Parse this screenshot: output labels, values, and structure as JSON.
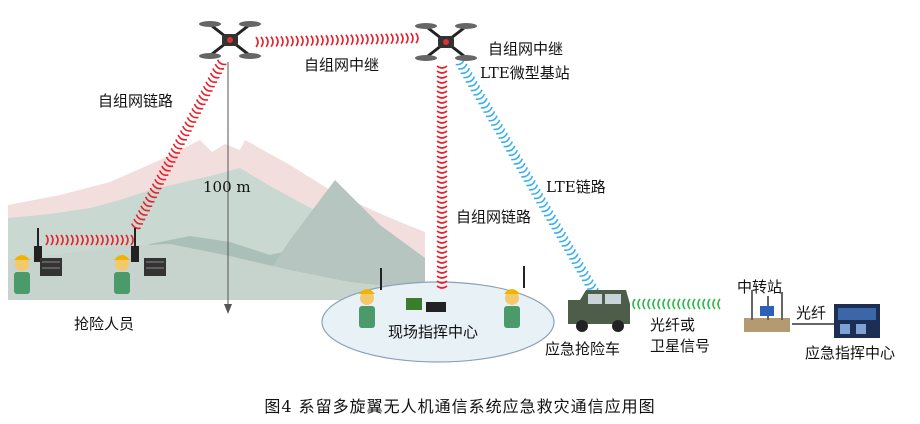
{
  "labels": {
    "uav_relay_left": "自组网中继",
    "uav_relay_right": "自组网中继",
    "lte_base": "LTE微型基站",
    "adhoc_link_left": "自组网链路",
    "adhoc_link_center": "自组网链路",
    "lte_link": "LTE链路",
    "height": "100 m",
    "rescue_personnel": "抢险人员",
    "field_command": "现场指挥中心",
    "rescue_vehicle": "应急抢险车",
    "fiber_or_satellite_line1": "光纤或",
    "fiber_or_satellite_line2": "卫星信号",
    "transit_station": "中转站",
    "fiber": "光纤",
    "emergency_command": "应急指挥中心"
  },
  "caption": "图4    系留多旋翼无人机通信系统应急救灾通信应用图",
  "colors": {
    "adhoc_wave": "#e8202a",
    "lte_wave": "#3ab0ea",
    "sat_wave": "#2fb84a",
    "mountain": "#b8c9bf"
  }
}
